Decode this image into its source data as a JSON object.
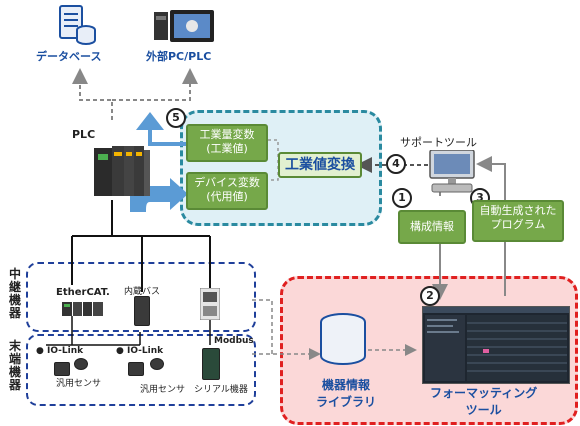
{
  "top": {
    "database_label": "データベース",
    "external_label": "外部PC/PLC"
  },
  "plc": {
    "label": "PLC",
    "eng_var": "工業量変数\n(工業値)",
    "dev_var": "デバイス変数\n(代用値)",
    "conversion": "工業値変換"
  },
  "support": {
    "tool_label": "サポートツール",
    "config_info": "構成情報",
    "auto_program": "自動生成された\nプログラム"
  },
  "steps": {
    "s1": "1",
    "s2": "2",
    "s3": "3",
    "s4": "4",
    "s5": "5"
  },
  "relay": {
    "side_label": "中継機器",
    "ethercat": "EtherCAT.",
    "internal_bus": "内蔵バス"
  },
  "end": {
    "side_label": "末端機器",
    "iolink1": "IO-Link",
    "iolink2": "IO-Link",
    "modbus": "Modbus",
    "sensor1": "汎用センサ",
    "sensor2": "汎用センサ",
    "serial": "シリアル機器"
  },
  "tool": {
    "library": "機器情報\nライブラリ",
    "formatting": "フォーマッティング\nツール"
  },
  "colors": {
    "plc_region": "#2a8aa0",
    "relay_region": "#1f3f9a",
    "tool_region": "#e02020",
    "green_box": "#76a84a",
    "blue_arrow": "#5b9bd5"
  }
}
